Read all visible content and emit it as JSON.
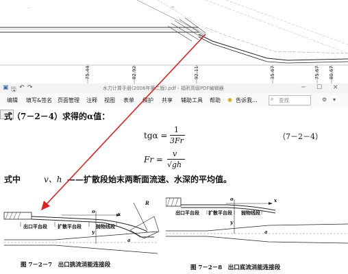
{
  "top_drawing": {
    "stations": [
      "75.44",
      "82.92",
      "92.11",
      "35.67",
      "75.67",
      "80.67"
    ]
  },
  "window": {
    "title": "水力计算手册(2006年第二版).pdf - 福昕高级PDF编辑器"
  },
  "menu": {
    "items": [
      "编辑",
      "填写&签名",
      "页面管理",
      "注释",
      "视图",
      "表单",
      "保护",
      "共享",
      "辅助工具",
      "帮助"
    ],
    "tell_me": "告诉我...",
    "search_placeholder": "查找"
  },
  "document": {
    "intro": "式（7－2－4）求得的α值：",
    "eq1_lhs": "tgα =",
    "eq1_num": "1",
    "eq1_den": "3Fr",
    "eq_number": "（7－2－4）",
    "eq2_lhs": "Fr =",
    "eq2_num": "v",
    "eq2_den": "√gh",
    "where_prefix": "式中",
    "where_vars": "v、h",
    "where_text": "——扩散段始末两断面流速、水深的平均值。",
    "fig1": {
      "labels": [
        "出口平台段",
        "扩散平台段",
        "抛物线段"
      ],
      "caption": "图 7－2－7　出口挑流消能连接段",
      "marks": [
        "R",
        "x",
        "o",
        "y",
        "a"
      ]
    },
    "fig2": {
      "labels": [
        "出口平台段",
        "扩散平台段",
        "抛物线段"
      ],
      "caption": "图 7－2－8　出口底流消能连接段",
      "marks": [
        "x",
        "o",
        "y",
        "a"
      ]
    }
  },
  "colors": {
    "arrow": "#e02020",
    "chrome": "#f3f3f3",
    "accent": "#3a6fb0"
  }
}
